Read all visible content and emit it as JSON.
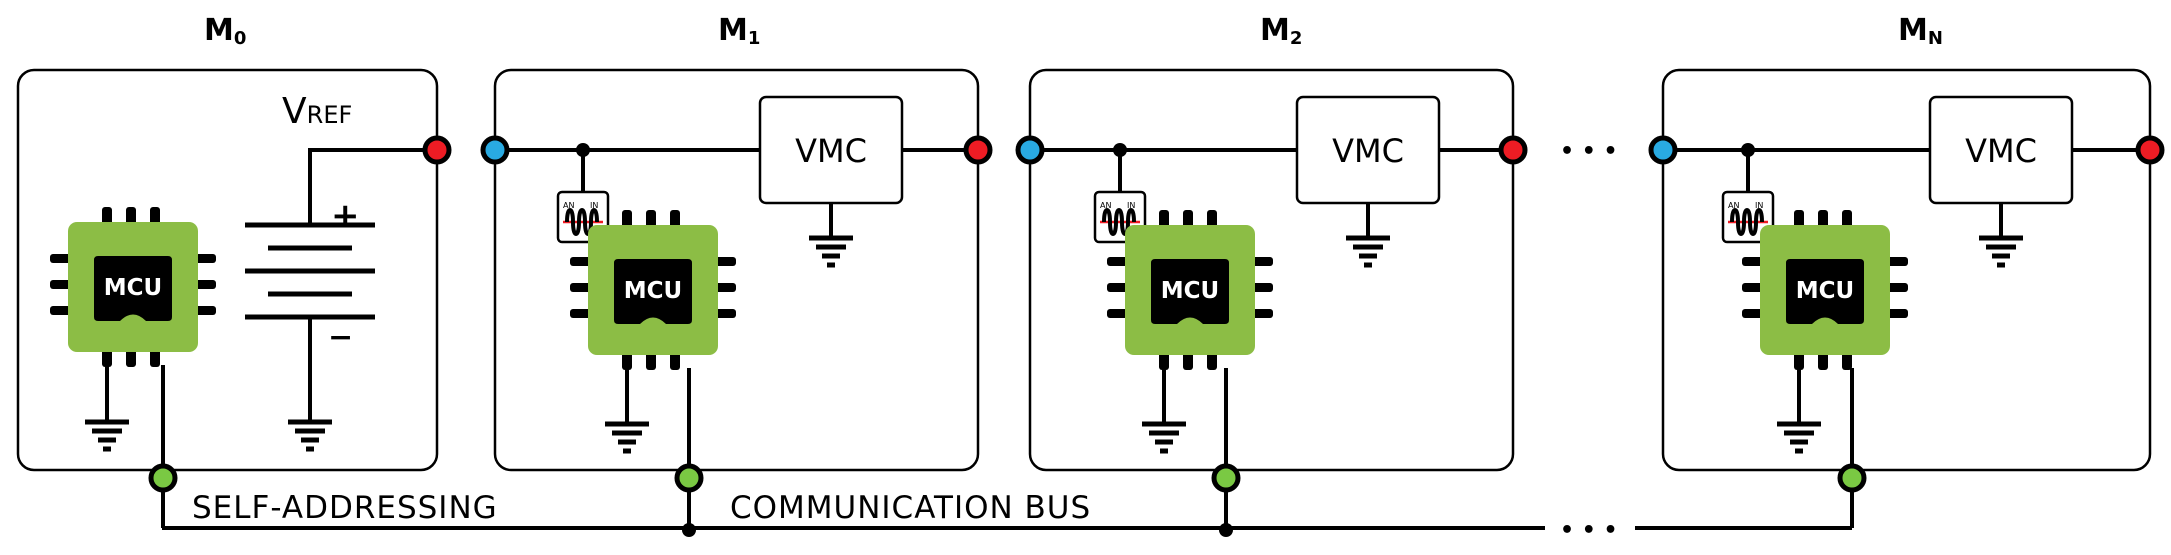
{
  "modules": [
    {
      "main": "M",
      "sub": "0"
    },
    {
      "main": "M",
      "sub": "1"
    },
    {
      "main": "M",
      "sub": "2"
    },
    {
      "main": "M",
      "sub": "N"
    }
  ],
  "vref": {
    "main": "V",
    "sub": "REF"
  },
  "battery": {
    "plus": "+",
    "minus": "−"
  },
  "vmc_label": "VMC",
  "mcu_label": "MCU",
  "adc_label": {
    "left": "AN",
    "right": "IN"
  },
  "ellipsis": "• • •",
  "bus_labels": {
    "left": "SELF-ADDRESSING",
    "right": "COMMUNICATION BUS"
  },
  "colors": {
    "chip_green": "#8cbd45",
    "port_red": "#ee1c24",
    "port_blue": "#29aae2",
    "port_green": "#7ac943"
  }
}
